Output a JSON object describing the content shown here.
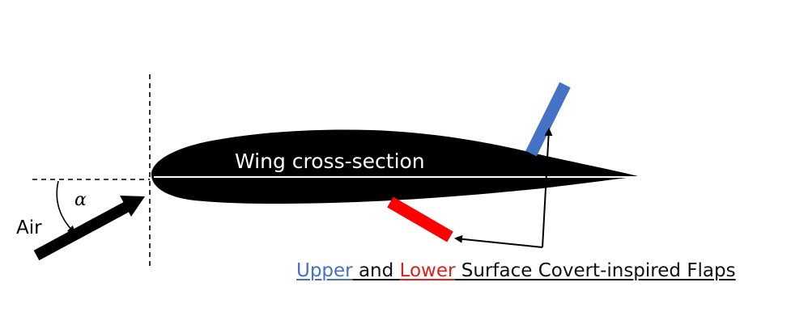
{
  "labels": {
    "wing": "Wing cross-section",
    "air": "Air",
    "angle": "α"
  },
  "caption": {
    "upper": "Upper",
    "and": " and ",
    "lower": "Lower",
    "rest": " Surface Covert-inspired Flaps"
  },
  "colors": {
    "upper_flap": "#4472c4",
    "lower_flap": "#ff0000",
    "wing": "#000000",
    "background": "#ffffff"
  }
}
